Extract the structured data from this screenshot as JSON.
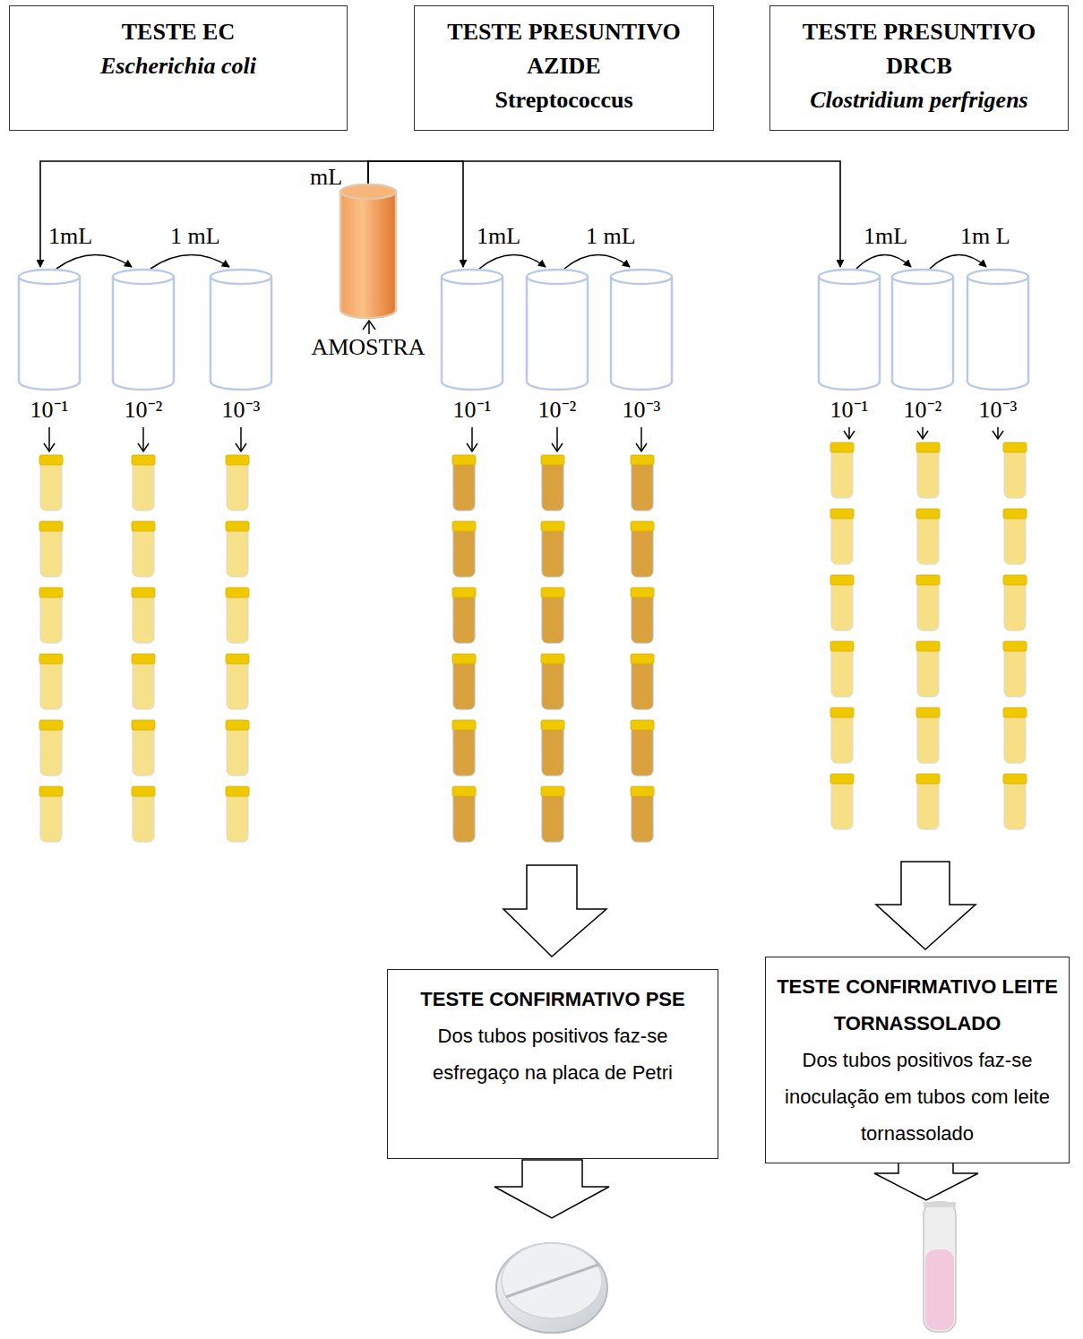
{
  "diagram": {
    "nodes": [
      {
        "text": [
          "TESTE EC",
          "Escherichia coli"
        ]
      },
      {
        "text": [
          "TESTE PRESUNTIVO AZIDE",
          "Streptococcus"
        ]
      },
      {
        "text": [
          "TESTE PRESUNTIVO DRCB",
          "Clostridium perfrigens"
        ]
      },
      {
        "text": [
          "AMOSTRA"
        ]
      },
      {
        "text": [
          "10⁻¹"
        ]
      },
      {
        "text": [
          "10⁻²"
        ]
      },
      {
        "text": [
          "10⁻³"
        ]
      },
      {
        "text": [
          "10⁻¹"
        ]
      },
      {
        "text": [
          "10⁻²"
        ]
      },
      {
        "text": [
          "10⁻³"
        ]
      },
      {
        "text": [
          "10⁻¹"
        ]
      },
      {
        "text": [
          "10⁻²"
        ]
      },
      {
        "text": [
          "10⁻³"
        ]
      },
      {
        "text": [
          "TESTE CONFIRMATIVO PSE",
          "Dos tubos positivos faz-se esfregaço na placa de Petri"
        ]
      },
      {
        "text": [
          "TESTE CONFIRMATIVO LEITE TORNASSOLADO",
          "Dos tubos positivos faz-se inoculação em tubos com leite tornassolado"
        ]
      }
    ],
    "edges": [
      {
        "from": 3,
        "to": 4,
        "label": "1mL",
        "arrow": "to"
      },
      {
        "from": 4,
        "to": 5,
        "label": "1 mL",
        "arrow": "to"
      },
      {
        "from": 5,
        "to": 6,
        "arrow": "to"
      },
      {
        "from": 3,
        "to": 7,
        "label": "1mL",
        "arrow": "to"
      },
      {
        "from": 7,
        "to": 8,
        "label": "1 mL",
        "arrow": "to"
      },
      {
        "from": 8,
        "to": 9,
        "arrow": "to"
      },
      {
        "from": 3,
        "to": 10,
        "label": "1mL",
        "arrow": "to"
      },
      {
        "from": 10,
        "to": 11,
        "label": "1m L",
        "arrow": "to"
      },
      {
        "from": 11,
        "to": 12,
        "arrow": "to"
      }
    ],
    "labels": [
      "mL"
    ]
  }
}
